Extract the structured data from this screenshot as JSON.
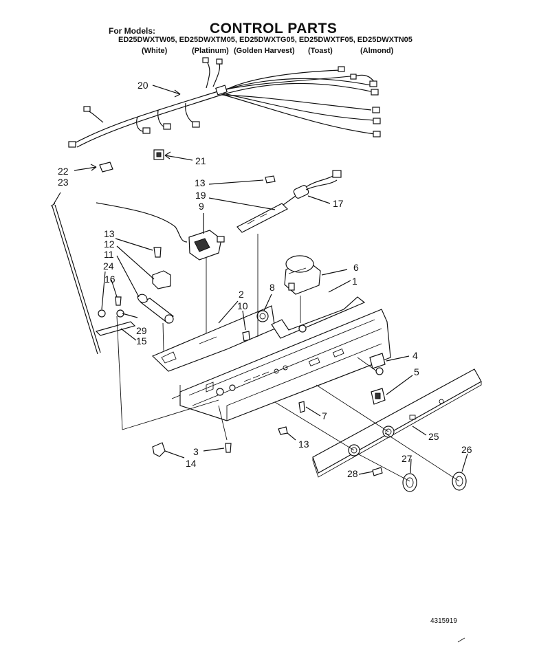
{
  "header": {
    "for_models": "For Models:",
    "title": "CONTROL PARTS",
    "model_numbers": "ED25DWXTW05, ED25DWXTM05, ED25DWXTG05, ED25DWXTF05, ED25DWXTN05",
    "colors": [
      "(White)",
      "(Platinum)",
      "(Golden Harvest)",
      "(Toast)",
      "(Almond)"
    ]
  },
  "callouts": [
    "1",
    "2",
    "3",
    "4",
    "5",
    "6",
    "7",
    "8",
    "9",
    "10",
    "11",
    "12",
    "13",
    "13",
    "13",
    "14",
    "15",
    "16",
    "17",
    "19",
    "20",
    "21",
    "22",
    "23",
    "24",
    "25",
    "26",
    "27",
    "28",
    "29"
  ],
  "footer": {
    "doc_number": "4315919"
  }
}
